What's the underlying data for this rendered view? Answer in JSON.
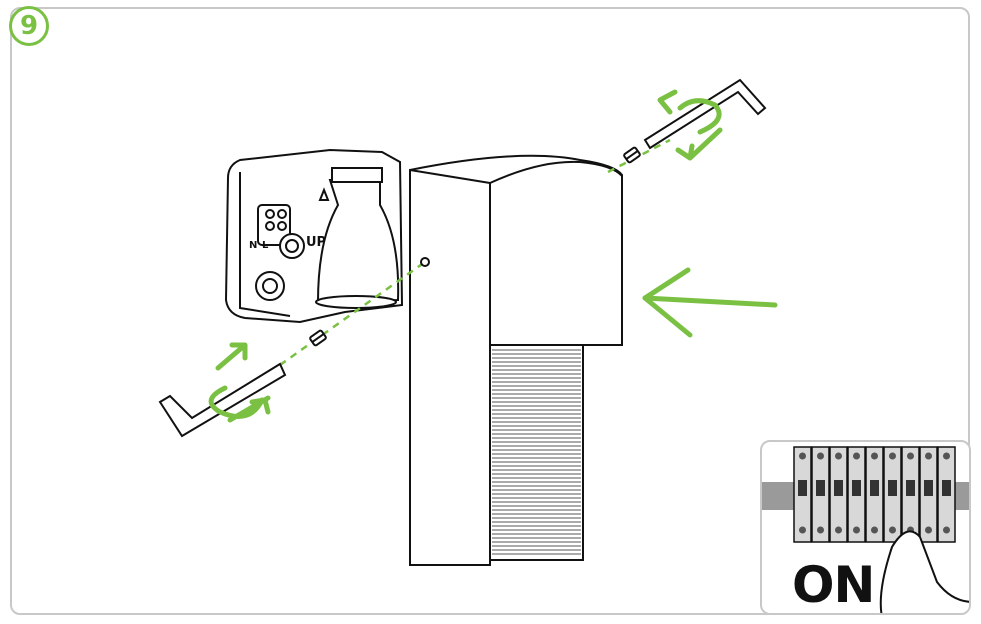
{
  "step": {
    "number": "9"
  },
  "fixture": {
    "up_label": "UP",
    "n_label": "N",
    "l_label": "L"
  },
  "inset": {
    "switch_label": "ON"
  },
  "colors": {
    "accent": "#7ac143",
    "line": "#111111",
    "frame": "#c8c8c8"
  },
  "icons": [
    "rotate-arrow-icon",
    "push-arrow-icon",
    "allen-key-icon",
    "screw-icon"
  ]
}
